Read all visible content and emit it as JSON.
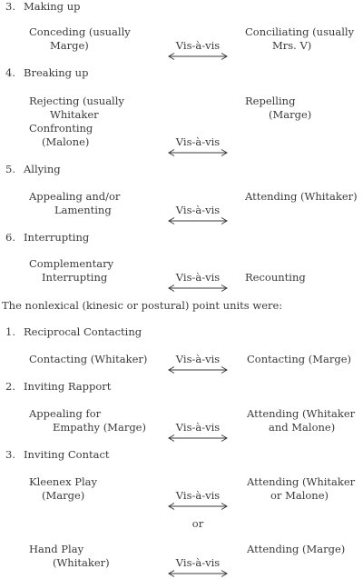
{
  "sections": [
    {
      "number": "3.",
      "title": "Making up",
      "left": [
        "Conceding (usually",
        "Marge)"
      ],
      "right": [
        "Conciliating (usually",
        "Mrs. V)"
      ],
      "connector": "Vis-à-vis"
    },
    {
      "number": "4.",
      "title": "Breaking up",
      "left": [
        "Rejecting (usually",
        "Whitaker",
        "Confronting",
        "(Malone)"
      ],
      "right": [
        "Repelling",
        "(Marge)"
      ],
      "connector": "Vis-à-vis"
    },
    {
      "number": "5.",
      "title": "Allying",
      "left": [
        "Appealing and/or",
        "Lamenting"
      ],
      "right": [
        "Attending (Whitaker)"
      ],
      "connector": "Vis-à-vis"
    },
    {
      "number": "6.",
      "title": "Interrupting",
      "left": [
        "Complementary",
        "Interrupting"
      ],
      "right": [
        "Recounting"
      ],
      "connector": "Vis-à-vis"
    }
  ],
  "intro": "The nonlexical (kinesic or postural) point units were:",
  "nonlexical": [
    {
      "number": "1.",
      "title": "Reciprocal Contacting",
      "left": [
        "Contacting (Whitaker)"
      ],
      "right": [
        "Contacting (Marge)"
      ],
      "connector": "Vis-à-vis"
    },
    {
      "number": "2.",
      "title": "Inviting Rapport",
      "left": [
        "Appealing for",
        "Empathy (Marge)"
      ],
      "right": [
        "Attending (Whitaker",
        "and Malone)"
      ],
      "connector": "Vis-à-vis"
    },
    {
      "number": "3.",
      "title": "Inviting Contact",
      "left": [
        "Kleenex Play",
        "(Marge)"
      ],
      "right": [
        "Attending (Whitaker",
        "or Malone)"
      ],
      "connector": "Vis-à-vis",
      "or": "or",
      "left2": [
        "Hand Play",
        "(Whitaker)"
      ],
      "right2": [
        "Attending (Marge)"
      ],
      "connector2": "Vis-à-vis"
    }
  ]
}
